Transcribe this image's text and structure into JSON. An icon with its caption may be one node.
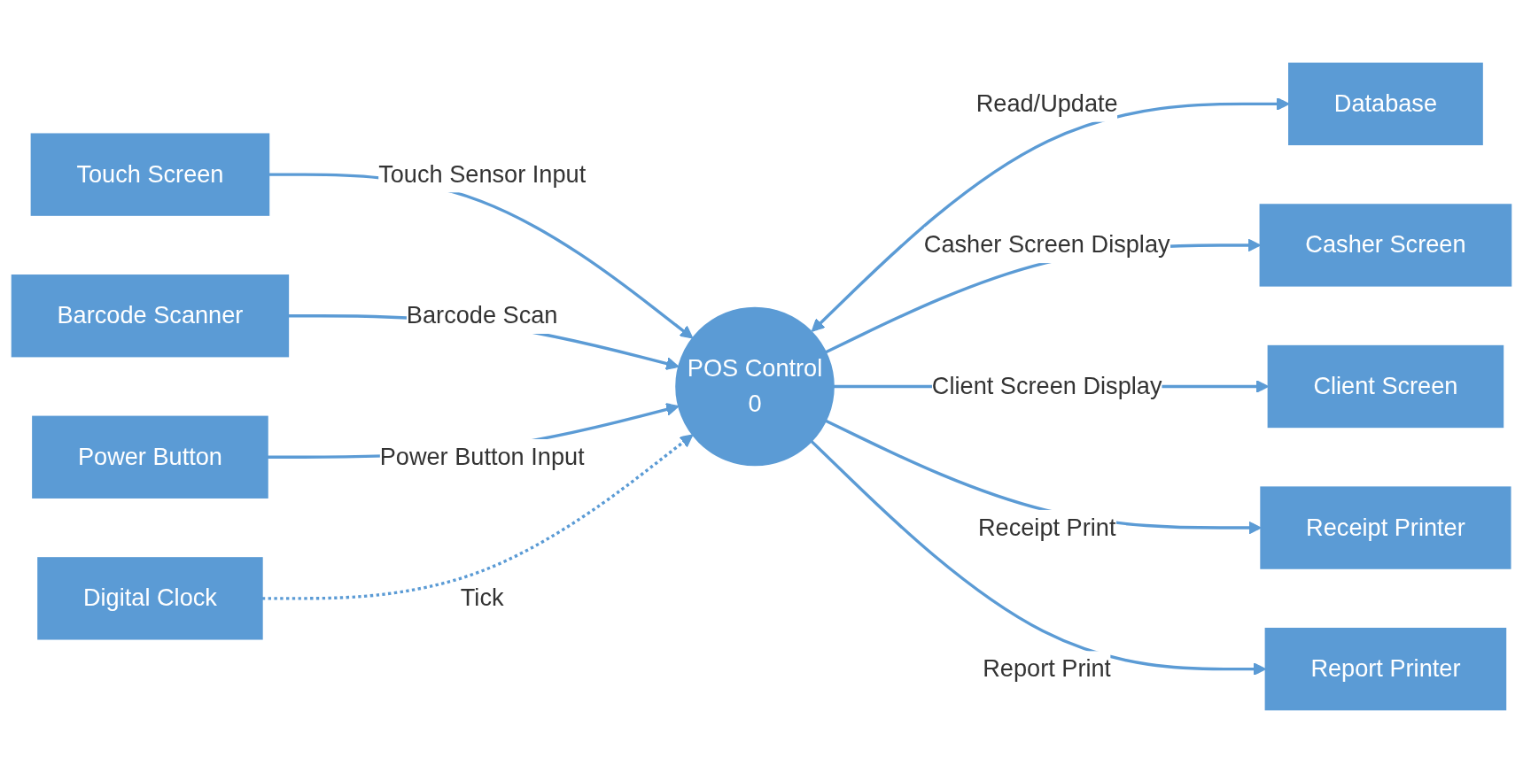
{
  "diagram": {
    "nodes": [
      {
        "text": [
          "Touch Screen"
        ]
      },
      {
        "text": [
          "Barcode Scanner"
        ]
      },
      {
        "text": [
          "Power Button"
        ]
      },
      {
        "text": [
          "Digital Clock"
        ]
      },
      {
        "text": [
          "POS Control",
          "0"
        ]
      },
      {
        "text": [
          "Database"
        ]
      },
      {
        "text": [
          "Casher Screen"
        ]
      },
      {
        "text": [
          "Client Screen"
        ]
      },
      {
        "text": [
          "Receipt Printer"
        ]
      },
      {
        "text": [
          "Report Printer"
        ]
      }
    ],
    "edges": [
      {
        "from": 0,
        "to": 4,
        "arrow": "to",
        "label": "Touch Sensor Input"
      },
      {
        "from": 1,
        "to": 4,
        "arrow": "to",
        "label": "Barcode Scan"
      },
      {
        "from": 2,
        "to": 4,
        "arrow": "to",
        "label": "Power Button Input"
      },
      {
        "from": 3,
        "to": 4,
        "arrow": "to",
        "label": "Tick",
        "style": "dashed"
      },
      {
        "from": 4,
        "to": 5,
        "arrow": "both",
        "label": "Read/Update"
      },
      {
        "from": 4,
        "to": 6,
        "arrow": "to",
        "label": "Casher Screen Display"
      },
      {
        "from": 4,
        "to": 7,
        "arrow": "to",
        "label": "Client Screen Display"
      },
      {
        "from": 4,
        "to": 8,
        "arrow": "to",
        "label": "Receipt Print"
      },
      {
        "from": 4,
        "to": 9,
        "arrow": "to",
        "label": "Report Print"
      }
    ]
  }
}
